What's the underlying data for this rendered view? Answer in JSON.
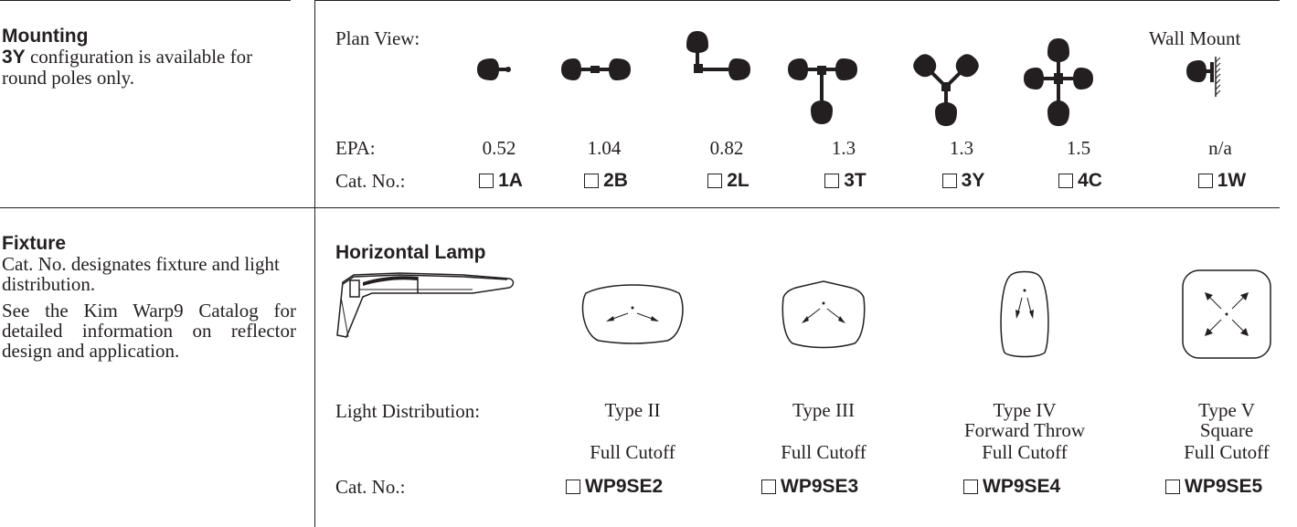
{
  "mounting": {
    "title": "Mounting",
    "note_bold": "3Y",
    "note_rest": " configuration is available for round poles only.",
    "plan_view_label": "Plan View:",
    "wall_mount_label": "Wall Mount",
    "epa_label": "EPA:",
    "cat_label": "Cat. No.:",
    "epa_values": [
      "0.52",
      "1.04",
      "0.82",
      "1.3",
      "1.3",
      "1.5",
      "n/a"
    ],
    "cat_numbers": [
      "1A",
      "2B",
      "2L",
      "3T",
      "3Y",
      "4C",
      "1W"
    ],
    "icons": [
      "single-arm-icon",
      "double-arm-icon",
      "l-arm-icon",
      "t-arm-icon",
      "y-arm-icon",
      "cross-arm-icon",
      "wall-mount-icon"
    ]
  },
  "fixture": {
    "title": "Fixture",
    "body1": "Cat. No. designates fixture and light distribution.",
    "body2": "See the Kim Warp9 Catalog for detailed information on reflector design and application.",
    "lamp_title": "Horizontal Lamp",
    "light_dist_label": "Light Distribution:",
    "cat_label": "Cat. No.:",
    "types": [
      {
        "name": "Type II",
        "sub": "",
        "cutoff": "Full Cutoff",
        "cat": "WP9SE2",
        "icon": "type-ii-distribution-icon"
      },
      {
        "name": "Type III",
        "sub": "",
        "cutoff": "Full Cutoff",
        "cat": "WP9SE3",
        "icon": "type-iii-distribution-icon"
      },
      {
        "name": "Type IV",
        "sub": "Forward Throw",
        "cutoff": "Full Cutoff",
        "cat": "WP9SE4",
        "icon": "type-iv-distribution-icon"
      },
      {
        "name": "Type V",
        "sub": "Square",
        "cutoff": "Full Cutoff",
        "cat": "WP9SE5",
        "icon": "type-v-distribution-icon"
      }
    ]
  }
}
